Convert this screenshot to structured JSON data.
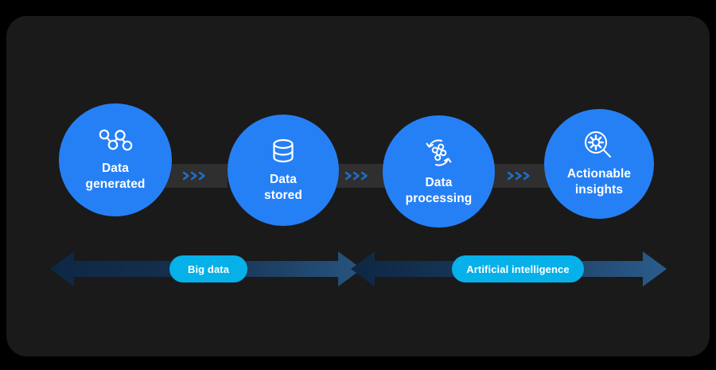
{
  "theme": {
    "page_background": "#000000",
    "card_background": "#1a1a1a",
    "circle_blue": "#2680f5",
    "pill_cyan": "#06b0e8",
    "connector_gray": "#2f2f2f",
    "chevron_blue": "#1f6fd0",
    "arrow_dark": "#0f2a4a",
    "arrow_light": "#24456e",
    "text_white": "#ffffff"
  },
  "diagram": {
    "type": "process-flow",
    "title": "",
    "stages": [
      {
        "id": "data-generated",
        "label": "Data\ngenerated",
        "line1": "Data",
        "line2": "generated",
        "icon": "network-nodes-icon"
      },
      {
        "id": "data-stored",
        "label": "Data\nstored",
        "line1": "Data",
        "line2": "stored",
        "icon": "database-cylinder-icon"
      },
      {
        "id": "data-processing",
        "label": "Data\nprocessing",
        "line1": "Data",
        "line2": "processing",
        "icon": "processing-refresh-nodes-icon"
      },
      {
        "id": "actionable-insights",
        "label": "Actionable\ninsights",
        "line1": "Actionable",
        "line2": "insights",
        "icon": "magnifier-gear-icon"
      }
    ],
    "connectors": [
      {
        "id": "connector-1",
        "icon": "triple-chevron-right-icon"
      },
      {
        "id": "connector-2",
        "icon": "triple-chevron-right-icon"
      },
      {
        "id": "connector-3",
        "icon": "triple-chevron-right-icon"
      }
    ],
    "spans": [
      {
        "id": "big-data-span",
        "label": "Big data",
        "arrow": "double-headed-arrow",
        "covers": [
          "data-generated",
          "data-stored"
        ]
      },
      {
        "id": "artificial-intelligence-span",
        "label": "Artificial intelligence",
        "arrow": "double-headed-arrow",
        "covers": [
          "data-processing",
          "actionable-insights"
        ]
      }
    ]
  }
}
